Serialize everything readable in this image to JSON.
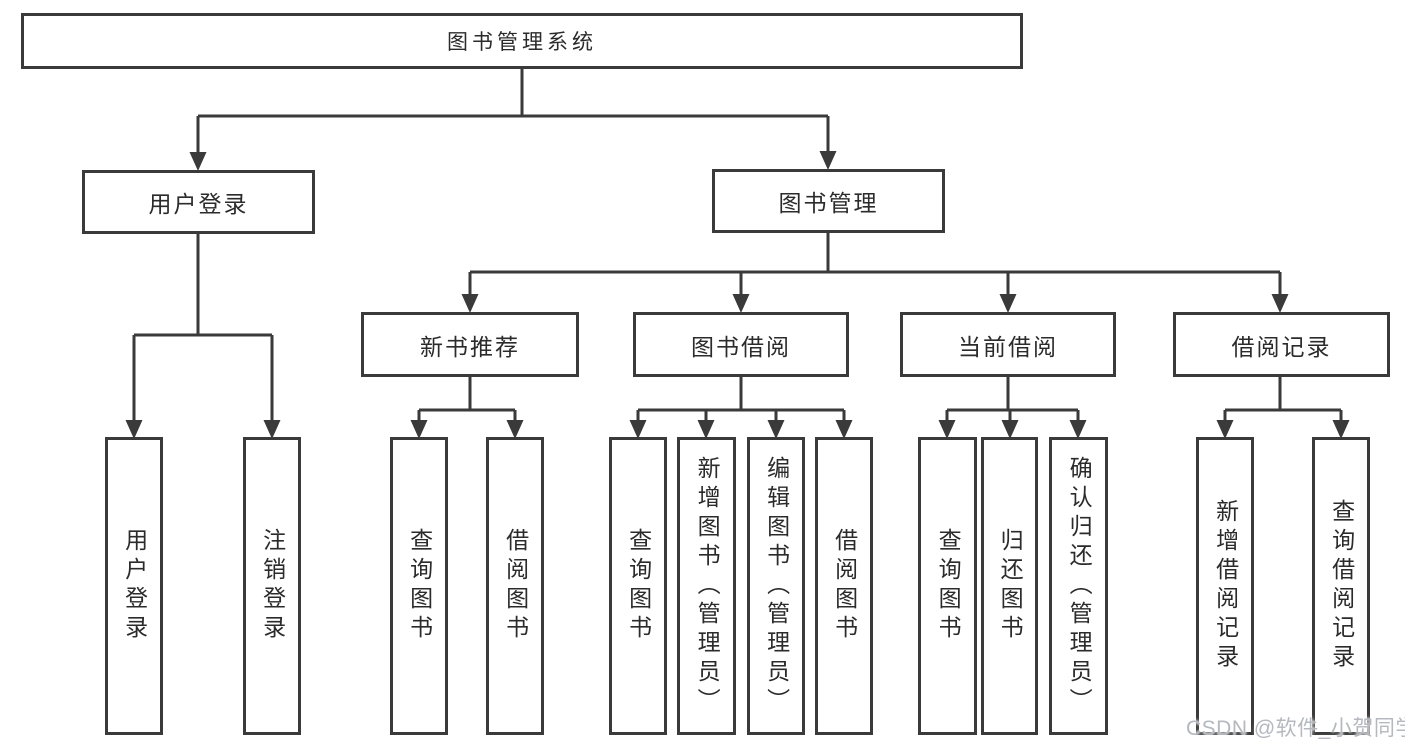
{
  "nodes": {
    "root": "图书管理系统",
    "user_login_branch": "用户登录",
    "book_mgmt_branch": "图书管理",
    "new_book_recommend": "新书推荐",
    "book_borrow": "图书借阅",
    "current_borrow": "当前借阅",
    "borrow_records": "借阅记录",
    "leaves": [
      "用户登录",
      "注销登录",
      "查询图书",
      "借阅图书",
      "查询图书",
      "新增图书（管理员）",
      "编辑图书（管理员）",
      "借阅图书",
      "查询图书",
      "归还图书",
      "确认归还（管理员）",
      "新增借阅记录",
      "查询借阅记录"
    ]
  },
  "colors": {
    "line": "#3a3a3a",
    "box_border": "#3a3a3a",
    "box_fill": "#ffffff",
    "text": "#2b2b2b",
    "watermark": "#b4b8bf"
  },
  "watermark": {
    "text": "CSDN @软件_小贺同学"
  }
}
